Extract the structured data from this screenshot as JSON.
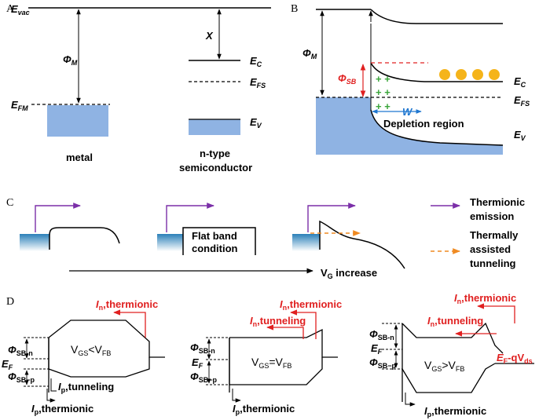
{
  "panels": {
    "A": {
      "letter": "A",
      "e_vac": "E",
      "e_vac_sub": "vac",
      "phi_m": "Φ",
      "phi_m_sub": "M",
      "e_fm": "E",
      "e_fm_sub": "FM",
      "chi": "X",
      "e_c": "E",
      "e_c_sub": "C",
      "e_fs": "E",
      "e_fs_sub": "FS",
      "e_v": "E",
      "e_v_sub": "V",
      "metal": "metal",
      "semi_line1": "n-type",
      "semi_line2": "semiconductor"
    },
    "B": {
      "letter": "B",
      "phi_m": "Φ",
      "phi_m_sub": "M",
      "phi_sb": "Φ",
      "phi_sb_sub": "SB",
      "plus": "+ +",
      "w": "W",
      "depletion": "Depletion region",
      "e_c": "E",
      "e_c_sub": "C",
      "e_fs": "E",
      "e_fs_sub": "FS",
      "e_v": "E",
      "e_v_sub": "V"
    },
    "C": {
      "letter": "C",
      "flat_line1": "Flat band",
      "flat_line2": "condition",
      "vg": "V",
      "vg_sub": "G",
      "vg_rest": " increase",
      "legend_thermionic_1": "Thermionic",
      "legend_thermionic_2": "emission",
      "legend_tat_1": "Thermally",
      "legend_tat_2": "assisted",
      "legend_tat_3": "tunneling"
    },
    "D": {
      "letter": "D",
      "in_thermionic": "I",
      "in_sub": "n",
      "thermionic_txt": ",thermionic",
      "in_tunneling_txt": ",tunneling",
      "ip": "I",
      "ip_sub": "p",
      "phi": "Φ",
      "sbn": "SB-n",
      "sbp": "SB−p",
      "ef": "E",
      "ef_sub": "F",
      "vgs": "V",
      "vgs_sub": "GS",
      "fb_sub": "FB",
      "lt": "<",
      "eq": "=",
      "gt": ">",
      "ef_q": "-qV",
      "ds_sub": "ds"
    }
  },
  "colors": {
    "band_fill": "#8fb3e3",
    "metal_edge": "#2b80b9",
    "red": "#e02020",
    "purple": "#7b2fa8",
    "orange": "#ef8a22",
    "electron": "#f5b41a",
    "blue_arrow": "#1f77d0",
    "green_plus": "#3aa53a"
  }
}
